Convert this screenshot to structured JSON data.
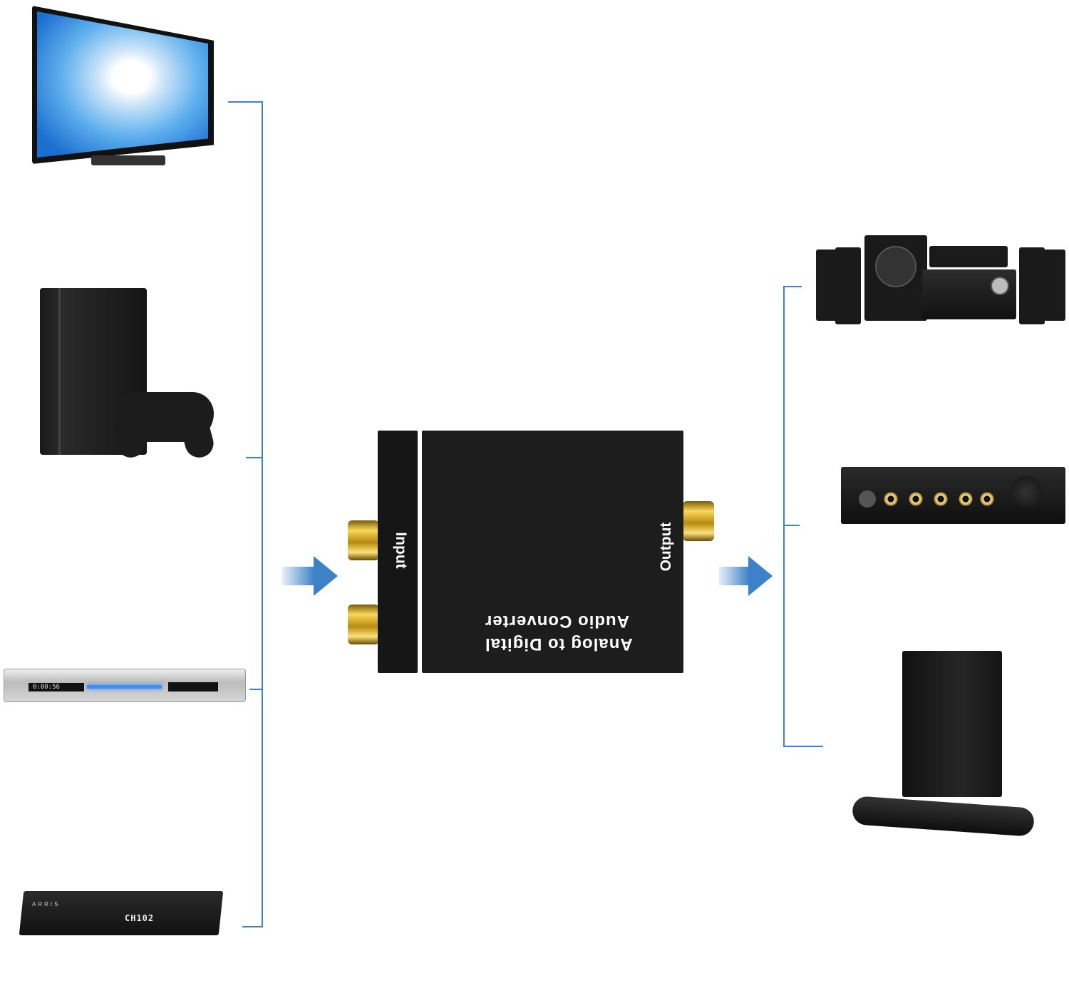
{
  "colors": {
    "connector_line": "#3f82c8",
    "arrow": "#3d82c8",
    "device_body": "#1d1d1d"
  },
  "converter": {
    "input_label": "Input",
    "output_label": "Output",
    "title_line1": "Analog to Digital",
    "title_line2": "Audio Converter"
  },
  "sources": [
    {
      "name": "tv"
    },
    {
      "name": "game-console"
    },
    {
      "name": "dvd-player",
      "display_text": "0:00:56"
    },
    {
      "name": "set-top-box",
      "brand": "ARRIS",
      "display_text": "CH102"
    }
  ],
  "outputs": [
    {
      "name": "home-theater-speakers"
    },
    {
      "name": "amplifier"
    },
    {
      "name": "soundbar-subwoofer"
    }
  ]
}
